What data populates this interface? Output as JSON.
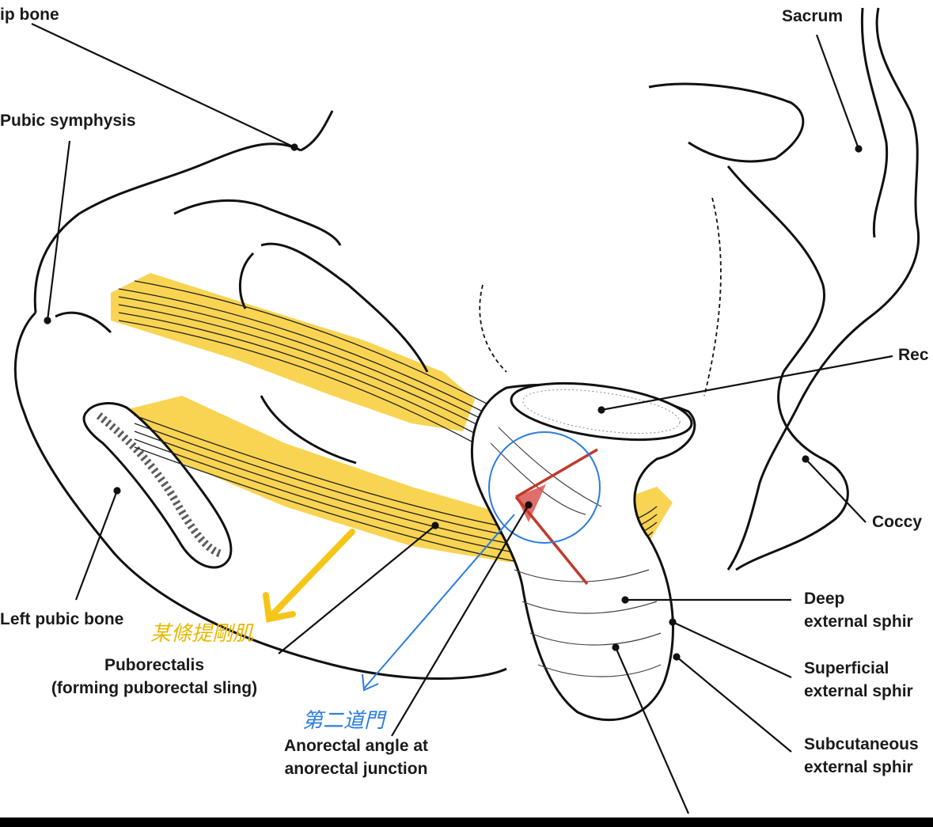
{
  "labels": {
    "hip_bone": "ip bone",
    "pubic_symphysis": "Pubic symphysis",
    "sacrum": "Sacrum",
    "rectum": "Rec",
    "coccyx": "Coccy",
    "left_pubic_bone": "Left pubic bone",
    "puborectalis_1": "Puborectalis",
    "puborectalis_2": "(forming puborectal sling)",
    "anorectal_1": "Anorectal angle at",
    "anorectal_2": "anorectal junction",
    "deep_1": "Deep",
    "deep_2": "external sphir",
    "superficial_1": "Superficial",
    "superficial_2": "external sphir",
    "subcutaneous_1": "Subcutaneous",
    "subcutaneous_2": "external sphir"
  },
  "annotations": {
    "yellow_note": "某條提剛肌",
    "blue_note": "第二道門"
  },
  "colors": {
    "highlight_yellow": "#f5c518",
    "annotation_blue": "#2b7de0",
    "angle_red": "#c0392b",
    "line_black": "#111111"
  }
}
